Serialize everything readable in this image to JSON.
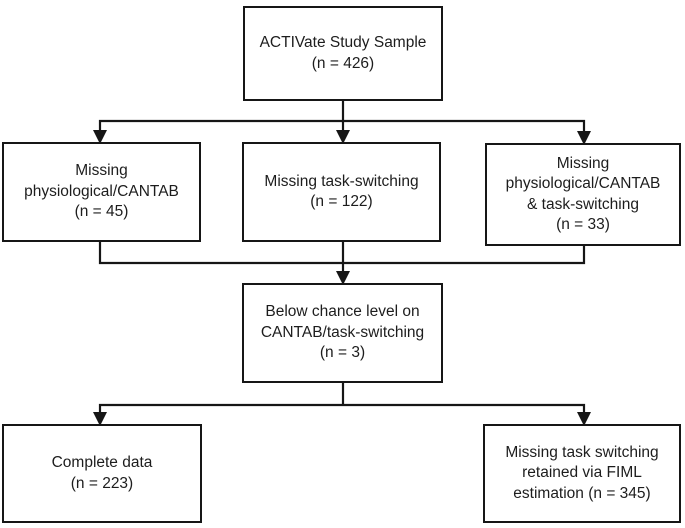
{
  "diagram": {
    "type": "flowchart",
    "background_color": "#ffffff",
    "line_color": "#161616",
    "text_color": "#1d1d1d",
    "nodes": [
      {
        "id": "study-sample",
        "lines": [
          "ACTIVate Study Sample",
          "(n = 426)"
        ]
      },
      {
        "id": "missing-physiological-cantab",
        "lines": [
          "Missing",
          "physiological/CANTAB",
          "(n = 45)"
        ]
      },
      {
        "id": "missing-task-switching",
        "lines": [
          "Missing task-switching",
          "(n = 122)"
        ]
      },
      {
        "id": "missing-cantab-and-task-switching",
        "lines": [
          "Missing",
          "physiological/CANTAB",
          "& task-switching",
          "(n = 33)"
        ]
      },
      {
        "id": "below-chance-level",
        "lines": [
          "Below chance level on",
          "CANTAB/task-switching",
          "(n = 3)"
        ]
      },
      {
        "id": "complete-data",
        "lines": [
          "Complete data",
          "(n = 223)"
        ]
      },
      {
        "id": "fiml-retained",
        "lines": [
          "Missing task switching",
          "retained via FIML",
          "estimation (n = 345)"
        ]
      }
    ],
    "edges": [
      "study-sample -> missing-physiological-cantab",
      "study-sample -> missing-task-switching",
      "study-sample -> missing-cantab-and-task-switching",
      "missing-physiological-cantab -> below-chance-level",
      "missing-task-switching -> below-chance-level",
      "missing-cantab-and-task-switching -> below-chance-level",
      "below-chance-level -> complete-data",
      "below-chance-level -> fiml-retained"
    ]
  }
}
